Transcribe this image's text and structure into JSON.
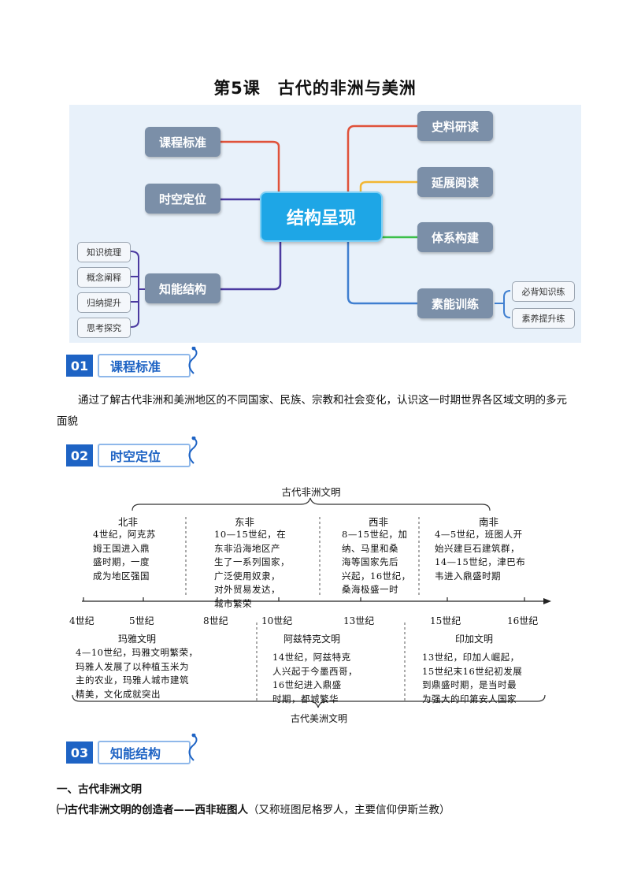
{
  "title": "第5课　古代的非洲与美洲",
  "mindmap": {
    "center": "结构呈现",
    "left_nodes": [
      "课程标准",
      "时空定位",
      "知能结构"
    ],
    "right_nodes": [
      "史料研读",
      "延展阅读",
      "体系构建",
      "素能训练"
    ],
    "left_leaves": [
      "知识梳理",
      "概念阐释",
      "归纳提升",
      "思考探究"
    ],
    "right_leaves": [
      "必背知识练",
      "素养提升练"
    ],
    "colors": {
      "center": "#1ea6e6",
      "node": "#7b8fa8",
      "red": "#e0523a",
      "orange": "#f2b632",
      "green": "#3cc04a",
      "blue": "#3f7fd0",
      "purple": "#4b3aa0"
    }
  },
  "sections": [
    {
      "num": "01",
      "label": "课程标准"
    },
    {
      "num": "02",
      "label": "时空定位"
    },
    {
      "num": "03",
      "label": "知能结构"
    }
  ],
  "standard_text": "通过了解古代非洲和美洲地区的不同国家、民族、宗教和社会变化，认识这一时期世界各区域文明的多元面貌",
  "timeline": {
    "africa_title": "古代非洲文明",
    "america_title": "古代美洲文明",
    "regions": [
      {
        "name": "北非",
        "text": [
          "4世纪，阿克苏",
          "姆王国进入鼎",
          "盛时期，一度",
          "成为地区强国"
        ]
      },
      {
        "name": "东非",
        "text": [
          "10—15世纪，在",
          "东非沿海地区产",
          "生了一系列国家，",
          "广泛使用奴隶，",
          "对外贸易发达，",
          "城市繁荣"
        ]
      },
      {
        "name": "西非",
        "text": [
          "8—15世纪，加",
          "纳、马里和桑",
          "海等国家先后",
          "兴起，16世纪，",
          "桑海极盛一时"
        ]
      },
      {
        "name": "南非",
        "text": [
          "4—5世纪，班图人开",
          "始兴建巨石建筑群，",
          "14—15世纪，津巴布",
          "韦进入鼎盛时期"
        ]
      }
    ],
    "ticks": [
      "4世纪",
      "5世纪",
      "8世纪",
      "10世纪",
      "13世纪",
      "15世纪",
      "16世纪"
    ],
    "americas": [
      {
        "name": "玛雅文明",
        "text": [
          "4—10世纪，玛雅文明繁荣，",
          "玛雅人发展了以种植玉米为",
          "主的农业，玛雅人城市建筑",
          "精美，文化成就突出"
        ]
      },
      {
        "name": "阿兹特克文明",
        "text": [
          "14世纪，阿兹特克",
          "人兴起于今墨西哥，",
          "16世纪进入鼎盛",
          "时期，都城繁华"
        ]
      },
      {
        "name": "印加文明",
        "text": [
          "13世纪，印加人崛起，",
          "15世纪末16世纪初发展",
          "到鼎盛时期，是当时最",
          "为强大的印第安人国家"
        ]
      }
    ]
  },
  "heading1": "一、古代非洲文明",
  "sub1": {
    "bold": "㈠古代非洲文明的创造者——西非班图人",
    "note": "（又称班图尼格罗人，主要信仰伊斯兰教）"
  }
}
